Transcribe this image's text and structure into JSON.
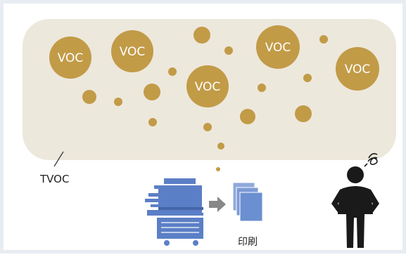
{
  "colors": {
    "frame": "#e8ecf3",
    "cloud": "#ede8dc",
    "voc": "#c29b47",
    "voc_text": "#ffffff",
    "printer_blue": "#5b7fc6",
    "printer_dark": "#4465a8",
    "paper_blue": "#6b8fd0",
    "arrow": "#888888",
    "person": "#1a1a1a",
    "label": "#222222"
  },
  "cloud_label": "TVOC",
  "voc_label": "VOC",
  "print_label": "印刷",
  "icons": [
    "printer-icon",
    "right-arrow-icon",
    "printed-pages-icon",
    "person-icon",
    "dizzy-swirl-icon"
  ]
}
